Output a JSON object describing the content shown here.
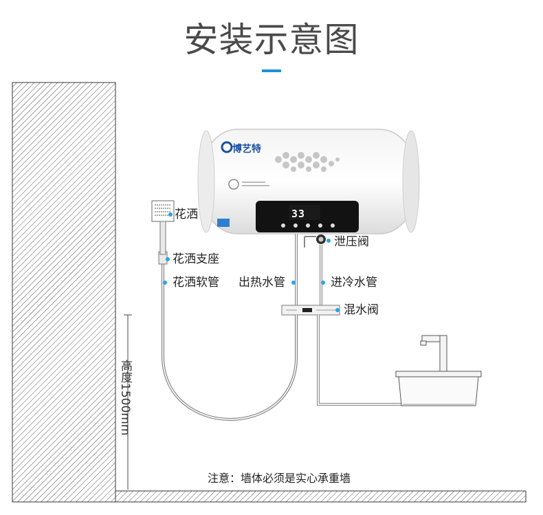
{
  "title": "安装示意图",
  "brand": "博艺特",
  "display_value": "33",
  "labels": {
    "shower_head": "花洒",
    "shower_holder": "花洒支座",
    "shower_hose": "花洒软管",
    "hot_outlet_pipe": "出热水管",
    "pressure_valve": "泄压阀",
    "cold_inlet_pipe": "进冷水管",
    "mixing_valve": "混水阀"
  },
  "height_label": "高度1500mm",
  "note": "注意：墙体必须是实心承重墙",
  "colors": {
    "accent": "#1f8fd6",
    "dot": "#29a3e6",
    "title": "#4a4a4a"
  }
}
